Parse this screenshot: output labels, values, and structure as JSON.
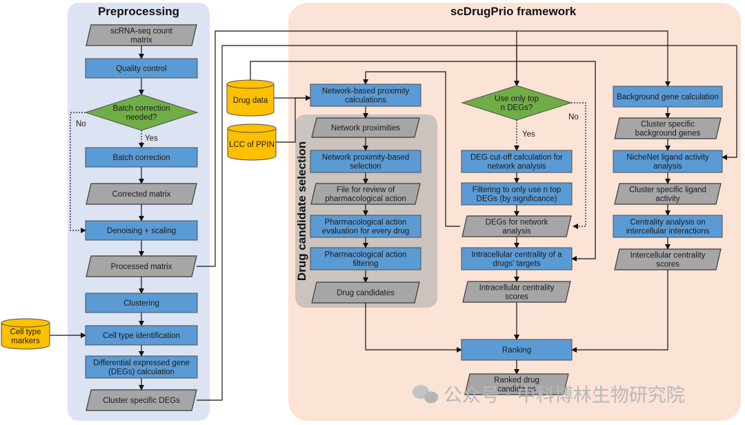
{
  "panels": {
    "preprocessing": "Preprocessing",
    "framework": "scDrugPrio framework",
    "drug_selection": "Drug candidate selection"
  },
  "nodes": {
    "count_matrix": [
      "scRNA-seq count",
      "matrix"
    ],
    "quality_control": [
      "Quality control"
    ],
    "batch_needed": [
      "Batch correction",
      "needed?"
    ],
    "batch_correction": [
      "Batch correction"
    ],
    "corrected_matrix": [
      "Corrected  matrix"
    ],
    "denoising": [
      "Denoising  + scaling"
    ],
    "processed_matrix": [
      "Processed matrix"
    ],
    "clustering": [
      "Clustering"
    ],
    "cell_type_id": [
      "Cell type identification"
    ],
    "deg_calc": [
      "Differential expressed gene",
      "(DEGs) calculation"
    ],
    "cluster_degs": [
      "Cluster specific DEGs"
    ],
    "cell_markers": [
      "Cell type",
      "markers"
    ],
    "drug_data": [
      "Drug data"
    ],
    "lcc_ppin": [
      "LCC of PPIN"
    ],
    "proximity_calc": [
      "Network-based  proximity",
      "calculations"
    ],
    "network_proximities": [
      "Network  proximities"
    ],
    "proximity_selection": [
      "Network  proximity-based",
      "selection"
    ],
    "review_file": [
      "File for review  of",
      "pharmacological action"
    ],
    "pharm_eval": [
      "Pharmacological action",
      "evaluation for every drug"
    ],
    "pharm_filter": [
      "Pharmacological  action",
      "filtering"
    ],
    "drug_candidates": [
      "Drug candidates"
    ],
    "top_degs_q": [
      "Use only top",
      "n DEGs?"
    ],
    "deg_cutoff": [
      "DEG cut-off calculation for",
      "network analysis"
    ],
    "filter_top": [
      "Filtering to only use n top",
      "DEGs (by significance)"
    ],
    "degs_network": [
      "DEGs for network",
      "analysis"
    ],
    "intracellular": [
      "Intracellular  centrality of a",
      "drugs' targets"
    ],
    "intra_scores": [
      "Intracellular  centrality",
      "scores"
    ],
    "ranking": [
      "Ranking"
    ],
    "ranked": [
      "Ranked drug",
      "candidates"
    ],
    "background_calc": [
      "Background  gene calculation"
    ],
    "cluster_background": [
      "Cluster specific",
      "background genes"
    ],
    "nichenet": [
      "NicheNet ligand activity",
      "analysis"
    ],
    "cluster_ligand": [
      "Cluster specific ligand",
      "activity"
    ],
    "centrality_inter": [
      "Centrality analysis on",
      "intercellular interactions"
    ],
    "inter_scores": [
      "Intercellular  centrality",
      "scores"
    ]
  },
  "labels": {
    "no_left": "No",
    "yes_left": "Yes",
    "yes_mid": "Yes",
    "no_mid": "No"
  },
  "watermark": "公众号 · 中科博林生物研究院",
  "colors": {
    "process_blue": "#5b9bd5",
    "data_gray": "#a6a6a6",
    "decision_green": "#70ad47",
    "database_yellow": "#ffc000",
    "preprocessing_bg": "#dce3f3",
    "framework_bg": "#fbe3d6",
    "selection_bg": "#cbc3be"
  }
}
